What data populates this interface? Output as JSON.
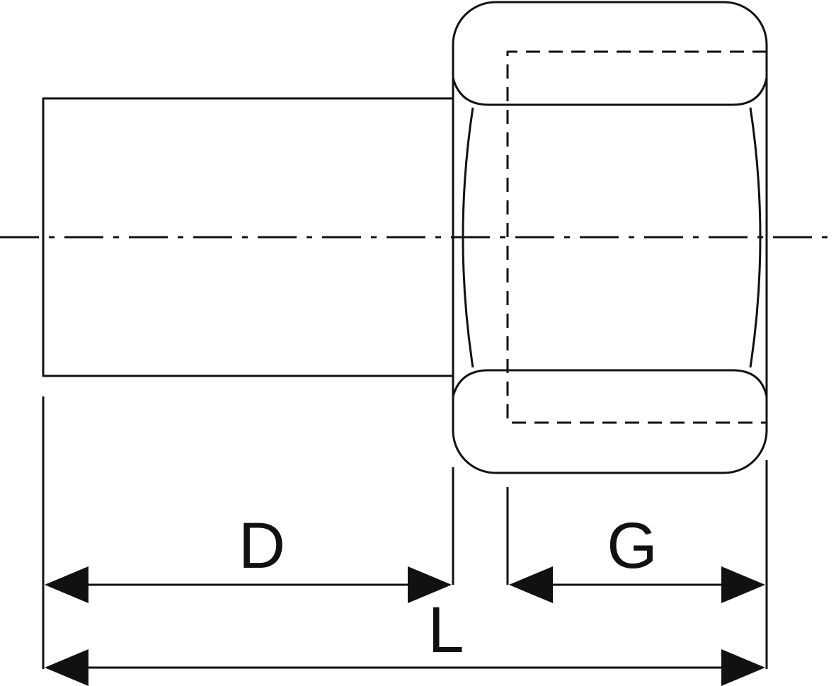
{
  "colors": {
    "line": "#111111",
    "background": "#ffffff"
  },
  "dimensions": {
    "d_label": "D",
    "g_label": "G",
    "l_label": "L"
  }
}
